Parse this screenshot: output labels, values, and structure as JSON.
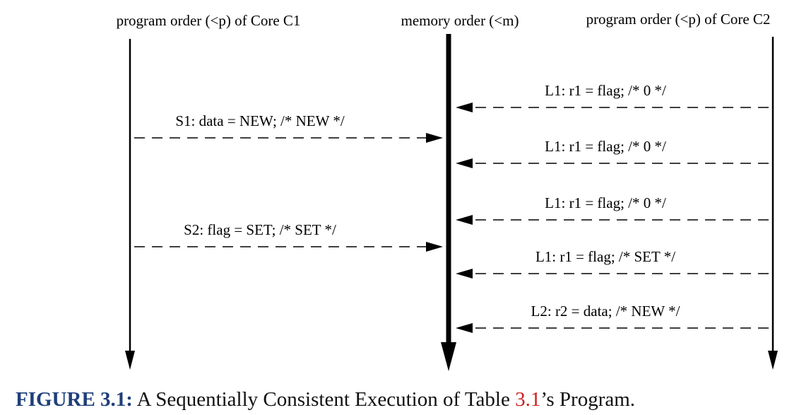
{
  "headers": {
    "core1": "program order (<p) of Core C1",
    "memory": "memory order (<m)",
    "core2": "program order (<p) of Core C2"
  },
  "operations": [
    {
      "text": "L1: r1 = flag; /* 0 */",
      "from": "core2"
    },
    {
      "text": "S1: data = NEW; /* NEW */",
      "from": "core1"
    },
    {
      "text": "L1: r1 = flag; /* 0 */",
      "from": "core2"
    },
    {
      "text": "L1: r1 = flag; /* 0 */",
      "from": "core2"
    },
    {
      "text": "S2: flag = SET; /* SET */",
      "from": "core1"
    },
    {
      "text": "L1: r1 = flag; /* SET */",
      "from": "core2"
    },
    {
      "text": "L2: r2 = data; /* NEW */",
      "from": "core2"
    }
  ],
  "caption": {
    "label": "FIGURE 3.1:",
    "text_before": " A Sequentially Consistent Execution of Table ",
    "table_ref": "3.1",
    "text_after": "’s Program."
  },
  "colors": {
    "caption_label": "#1f3f7a",
    "table_ref": "#cc2020",
    "lines": "#000000"
  }
}
